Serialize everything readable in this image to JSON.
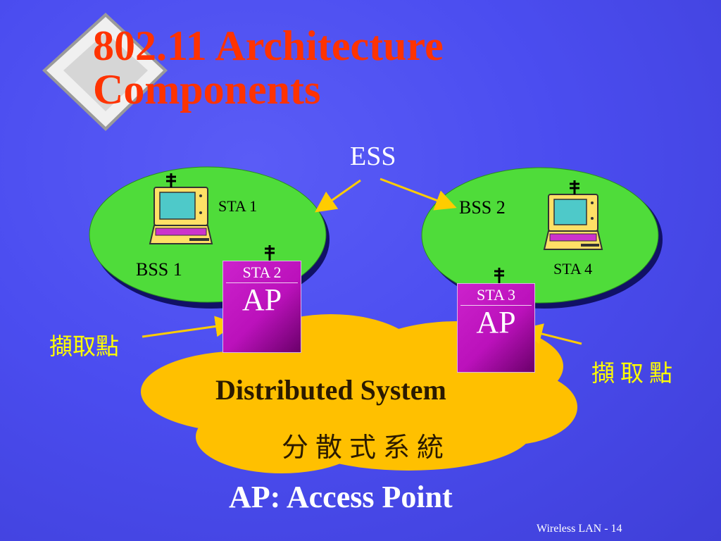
{
  "slide": {
    "title_line1": "802.11 Architecture",
    "title_line2": "Components",
    "footer": "Wireless LAN - 14"
  },
  "diagram": {
    "ess_label": "ESS",
    "bss1": {
      "label": "BSS 1",
      "station": "STA 1",
      "ap_station": "STA 2",
      "ap_label": "AP"
    },
    "bss2": {
      "label": "BSS 2",
      "station": "STA 4",
      "ap_station": "STA 3",
      "ap_label": "AP"
    },
    "ap_label_left": "擷取點",
    "ap_label_right": "擷取點",
    "distribution_system_en": "Distributed System",
    "distribution_system_zh": "分散式系統",
    "legend": "AP: Access Point"
  },
  "colors": {
    "background": "#4b4df0",
    "title": "#ff3300",
    "bss_fill": "#4fdc3a",
    "ds_fill": "#ffc000",
    "ap_fill": "#bb11bb",
    "arrow": "#ffcc00",
    "highlight_text": "#ffff00"
  },
  "icons": [
    "diamond-bullet-icon",
    "laptop-icon",
    "antenna-icon",
    "arrow-icon"
  ]
}
